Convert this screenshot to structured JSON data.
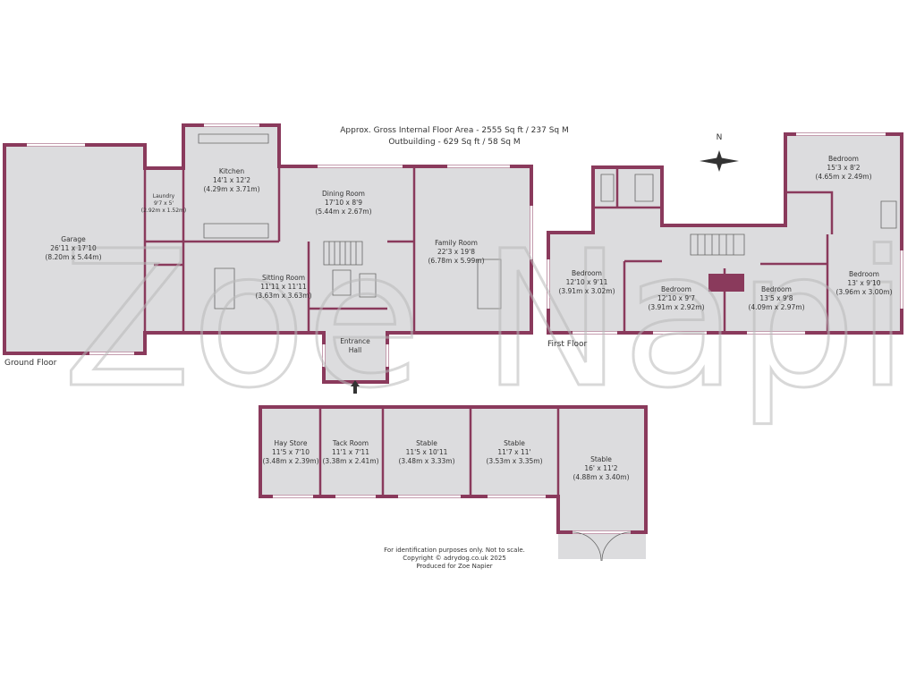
{
  "header": {
    "line1": "Approx. Gross Internal Floor Area - 2555 Sq ft / 237 Sq M",
    "line2": "Outbuilding - 629 Sq ft / 58 Sq M"
  },
  "compass": {
    "label": "N"
  },
  "floors": {
    "ground": "Ground Floor",
    "first": "First Floor"
  },
  "rooms": {
    "garage": {
      "name": "Garage",
      "imperial": "26'11 x 17'10",
      "metric": "(8.20m x 5.44m)"
    },
    "laundry": {
      "name": "Laundry",
      "imperial": "9'7 x 5'",
      "metric": "(2.92m x 1.52m)"
    },
    "kitchen": {
      "name": "Kitchen",
      "imperial": "14'1 x 12'2",
      "metric": "(4.29m x 3.71m)"
    },
    "dining": {
      "name": "Dining Room",
      "imperial": "17'10 x 8'9",
      "metric": "(5.44m x 2.67m)"
    },
    "family": {
      "name": "Family Room",
      "imperial": "22'3 x 19'8",
      "metric": "(6.78m x 5.99m)"
    },
    "sitting": {
      "name": "Sitting Room",
      "imperial": "11'11 x 11'11",
      "metric": "(3.63m x 3.63m)"
    },
    "entrance": {
      "name1": "Entrance",
      "name2": "Hall"
    },
    "bed1": {
      "name": "Bedroom",
      "imperial": "15'3 x 8'2",
      "metric": "(4.65m x 2.49m)"
    },
    "bed2": {
      "name": "Bedroom",
      "imperial": "12'10 x 9'11",
      "metric": "(3.91m x 3.02m)"
    },
    "bed3": {
      "name": "Bedroom",
      "imperial": "12'10 x 9'7",
      "metric": "(3.91m x 2.92m)"
    },
    "bed4": {
      "name": "Bedroom",
      "imperial": "13'5 x 9'8",
      "metric": "(4.09m x 2.97m)"
    },
    "bed5": {
      "name": "Bedroom",
      "imperial": "13' x 9'10",
      "metric": "(3.96m x 3.00m)"
    },
    "haystore": {
      "name": "Hay Store",
      "imperial": "11'5 x 7'10",
      "metric": "(3.48m x 2.39m)"
    },
    "tackroom": {
      "name": "Tack Room",
      "imperial": "11'1 x 7'11",
      "metric": "(3.38m x 2.41m)"
    },
    "stable1": {
      "name": "Stable",
      "imperial": "11'5 x 10'11",
      "metric": "(3.48m x 3.33m)"
    },
    "stable2": {
      "name": "Stable",
      "imperial": "11'7 x 11'",
      "metric": "(3.53m x 3.35m)"
    },
    "stable3": {
      "name": "Stable",
      "imperial": "16' x 11'2",
      "metric": "(4.88m x 3.40m)"
    }
  },
  "footer": {
    "line1": "For identification purposes only. Not to scale.",
    "line2": "Copyright © adrydog.co.uk 2025",
    "line3": "Produced for Zoe Napier"
  },
  "watermark": {
    "text": "Zoe Napier"
  },
  "colors": {
    "wall": "#8a3a5c",
    "floor": "#dcdcde"
  }
}
